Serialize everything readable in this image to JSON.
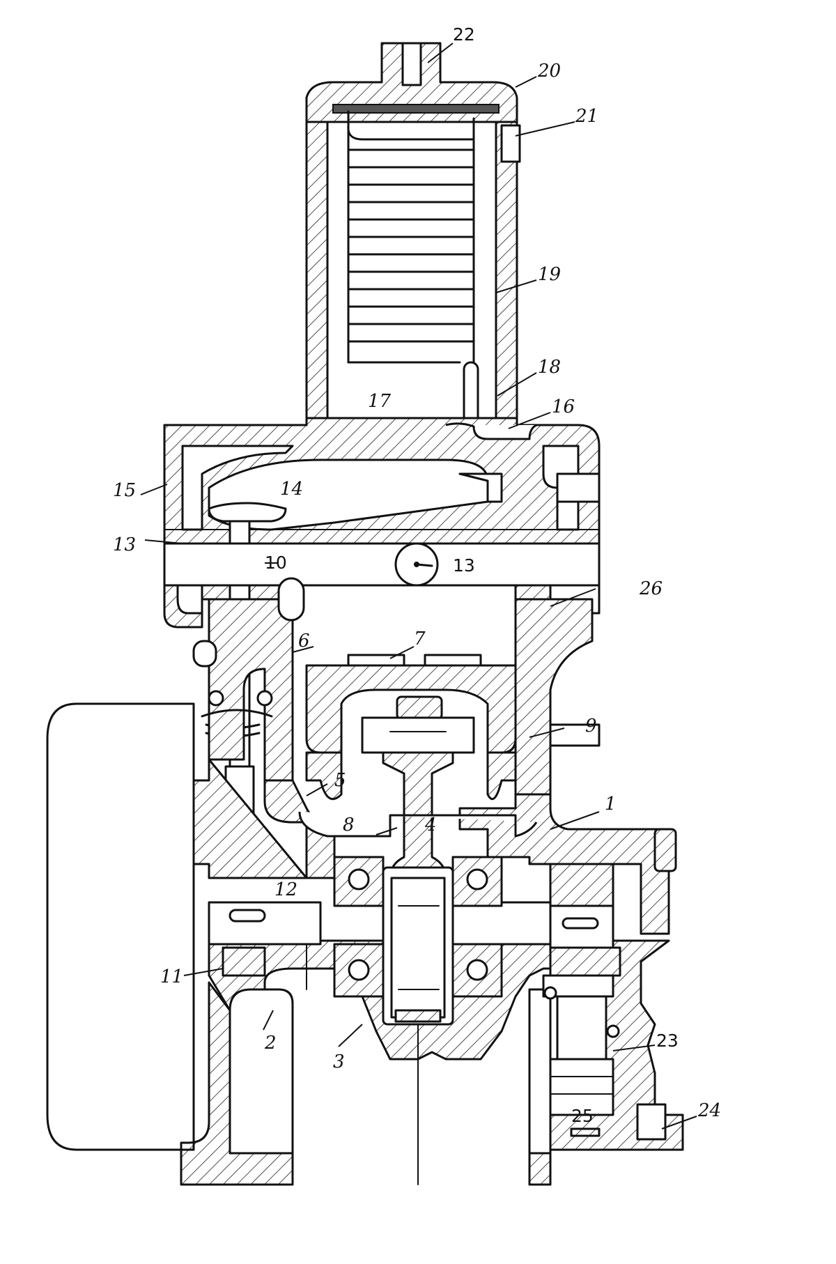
{
  "labels": [
    {
      "id": "1",
      "text": "1"
    },
    {
      "id": "2",
      "text": "2"
    },
    {
      "id": "3",
      "text": "3"
    },
    {
      "id": "4",
      "text": "4"
    },
    {
      "id": "5",
      "text": "5"
    },
    {
      "id": "6",
      "text": "6"
    },
    {
      "id": "7",
      "text": "7"
    },
    {
      "id": "8",
      "text": "8"
    },
    {
      "id": "9",
      "text": "9"
    },
    {
      "id": "10",
      "text": "10"
    },
    {
      "id": "11",
      "text": "11"
    },
    {
      "id": "12",
      "text": "12"
    },
    {
      "id": "13a",
      "text": "13"
    },
    {
      "id": "13b",
      "text": "13"
    },
    {
      "id": "14",
      "text": "14"
    },
    {
      "id": "15",
      "text": "15"
    },
    {
      "id": "16",
      "text": "16"
    },
    {
      "id": "17",
      "text": "17"
    },
    {
      "id": "18",
      "text": "18"
    },
    {
      "id": "19",
      "text": "19"
    },
    {
      "id": "20",
      "text": "20"
    },
    {
      "id": "21",
      "text": "21"
    },
    {
      "id": "22",
      "text": "22"
    },
    {
      "id": "23",
      "text": "23"
    },
    {
      "id": "24",
      "text": "24"
    },
    {
      "id": "25",
      "text": "25"
    },
    {
      "id": "26",
      "text": "26"
    }
  ]
}
